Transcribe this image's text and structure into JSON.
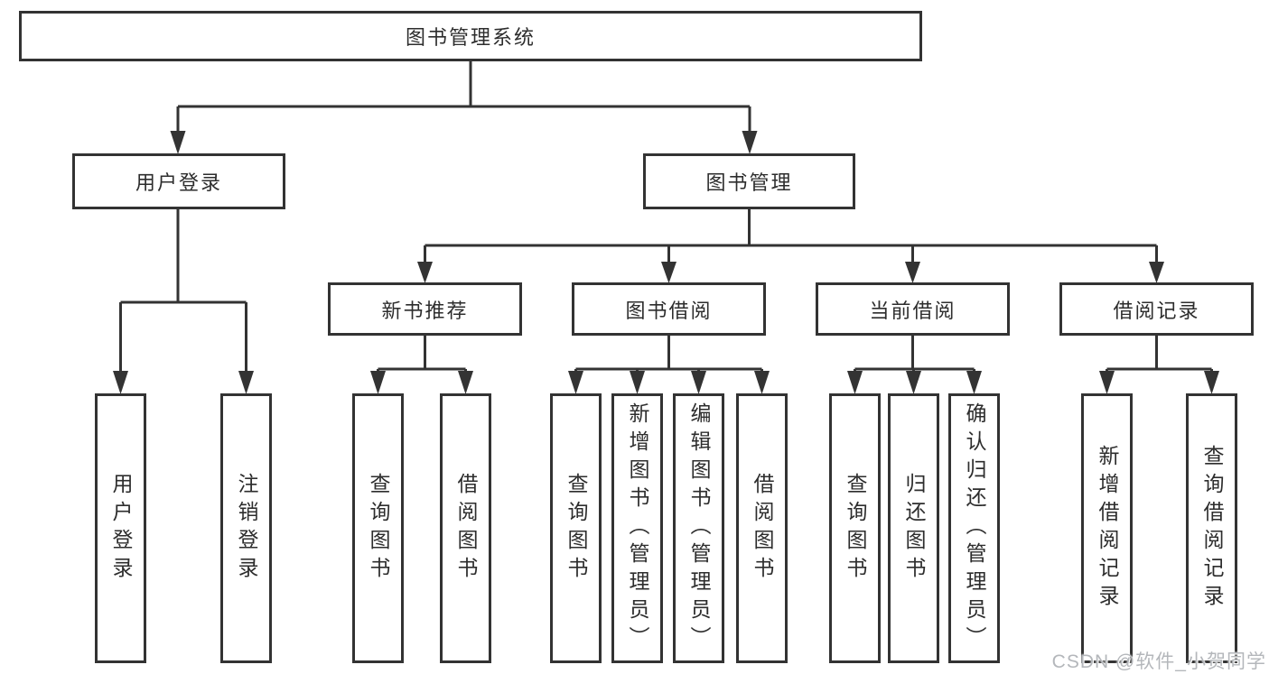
{
  "tree": {
    "label": "图书管理系统",
    "children": [
      {
        "label": "用户登录",
        "children": [
          {
            "label": "用户登录"
          },
          {
            "label": "注销登录"
          }
        ]
      },
      {
        "label": "图书管理",
        "children": [
          {
            "label": "新书推荐",
            "children": [
              {
                "label": "查询图书"
              },
              {
                "label": "借阅图书"
              }
            ]
          },
          {
            "label": "图书借阅",
            "children": [
              {
                "label": "查询图书"
              },
              {
                "label": "新增图书（管理员）"
              },
              {
                "label": "编辑图书（管理员）"
              },
              {
                "label": "借阅图书"
              }
            ]
          },
          {
            "label": "当前借阅",
            "children": [
              {
                "label": "查询图书"
              },
              {
                "label": "归还图书"
              },
              {
                "label": "确认归还（管理员）"
              }
            ]
          },
          {
            "label": "借阅记录",
            "children": [
              {
                "label": "新增借阅记录"
              },
              {
                "label": "查询借阅记录"
              }
            ]
          }
        ]
      }
    ]
  },
  "watermark": {
    "text": "CSDN @软件_小贺同学"
  },
  "colors": {
    "line": "#333333",
    "box_border": "#333333",
    "box_text": "#2d2d2d",
    "background": "#ffffff",
    "watermark": "#b4b7bb"
  }
}
